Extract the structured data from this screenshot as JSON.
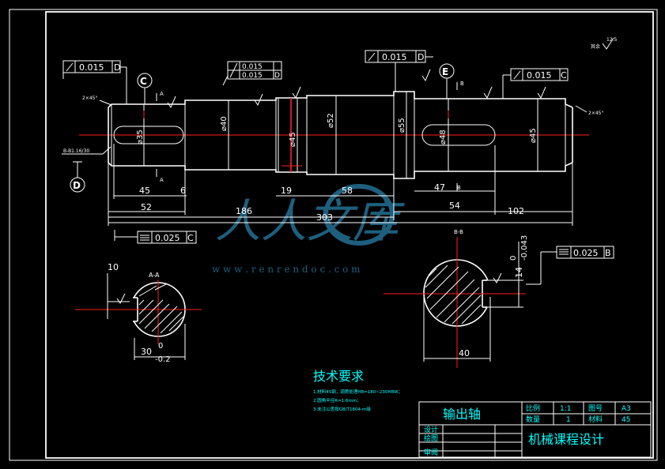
{
  "drawing": {
    "dims": {
      "d1": "52",
      "d2": "45",
      "d3": "6",
      "d4": "186",
      "d5": "303",
      "d6": "19",
      "d7": "58",
      "d8": "47",
      "d9": "54",
      "d10": "102",
      "dia35": "⌀35",
      "dia40": "⌀40",
      "dia45a": "⌀45",
      "dia52": "⌀52",
      "dia55": "⌀55",
      "dia48": "⌀48",
      "dia45b": "⌀45",
      "chamfer_left": "2×45°",
      "chamfer_right": "2×45°",
      "key_ref": "B-B1.16/30",
      "tol_a_upper": "0",
      "tol_a_lower": "-0.2",
      "tol_a_nom": "30",
      "tol_a_10": "10",
      "tol_b_upper": "0",
      "tol_b_lower": "-0.043",
      "tol_b_nom": "14",
      "tol_b_40": "40",
      "rough_top": "12.5",
      "rough_other": "其余"
    },
    "datums": {
      "c": "C",
      "d": "D",
      "e": "E",
      "sec_a": "A",
      "sec_a2": "A",
      "sec_b": "B",
      "sec_b2": "B",
      "sec_aa": "A-A",
      "sec_bb": "B-B"
    },
    "gdt": {
      "f1_val": "0.015",
      "f1_ref": "D",
      "f2_val": "0.015",
      "f2_ref": "D",
      "f2_val2": "0.015",
      "f3_val": "0.015",
      "f3_ref": "D",
      "f4_val": "0.015",
      "f4_ref": "C",
      "f5_val": "0.025",
      "f5_ref": "C",
      "f6_val": "0.025",
      "f6_ref": "B"
    },
    "tech": {
      "title": "技术要求",
      "line1": "1.材料45钢，调质处理HB=180~230HBW；",
      "line2": "2.圆角半径R=1.6mm；",
      "line3": "3.未注公差按GB/T1804-m级"
    },
    "title_block": {
      "part_name": "输出轴",
      "scale_label": "比例",
      "scale_value": "1:1",
      "sheet_label": "图号",
      "sheet_value": "A3",
      "qty_label": "数量",
      "qty_value": "1",
      "material_label": "材料",
      "material_value": "45",
      "design_label": "设计",
      "draw_label": "绘图",
      "review_label": "审阅",
      "course": "机械课程设计"
    },
    "watermark": {
      "brand": "人人文库",
      "url": "w w w . r e n r e n d o c . c o m"
    }
  }
}
